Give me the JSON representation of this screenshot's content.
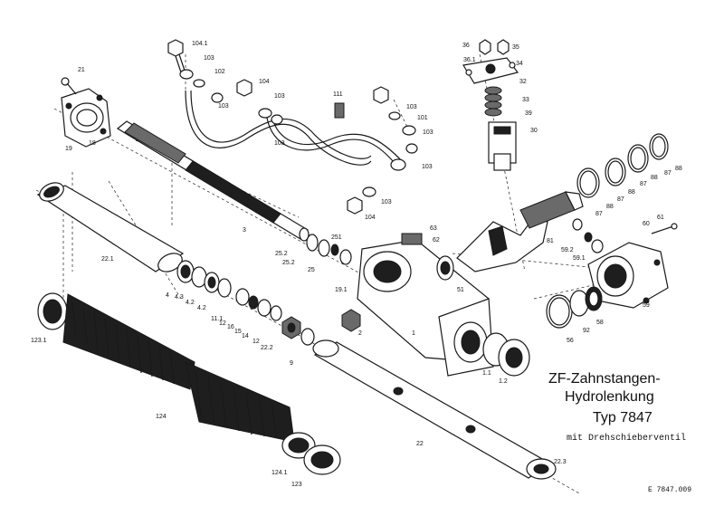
{
  "title_line1": "ZF-Zahnstangen-",
  "title_line2": "Hydrolenkung",
  "type_label": "Typ 7847",
  "subtitle": "mit Drehschieberventil",
  "drawing_code": "E  7847.009",
  "part_labels": {
    "p21": "21",
    "p19": "19",
    "p18": "18",
    "p104_1": "104.1",
    "p103a": "103",
    "p102": "102",
    "p103b": "103",
    "p104a": "104",
    "p103c": "103",
    "p103d": "103",
    "p111": "111",
    "p103e": "103",
    "p101": "101",
    "p103f": "103",
    "p103g": "103",
    "p104b": "104",
    "p103h": "103",
    "p36": "36",
    "p35": "35",
    "p36_1": "36.1",
    "p34": "34",
    "p32": "32",
    "p33": "33",
    "p39": "39",
    "p30": "30",
    "p3": "3",
    "p25_2a": "25.2",
    "p25_2b": "25.2",
    "p251": "251",
    "p25": "25",
    "p63": "63",
    "p62": "62",
    "p22_1": "22.1",
    "p19_1": "19.1",
    "p4": "4",
    "p4_3": "4.3",
    "p4_2a": "4.2",
    "p4_2b": "4.2",
    "p11_1": "11.1",
    "p12a": "12",
    "p16": "16",
    "p15": "15",
    "p14": "14",
    "p12b": "12",
    "p22_2": "22.2",
    "p9": "9",
    "p2": "2",
    "p1": "1",
    "p51": "51",
    "p1_1": "1.1",
    "p1_2": "1.2",
    "p123_1": "123.1",
    "p124": "124",
    "p124_1": "124.1",
    "p123": "123",
    "p22": "22",
    "p22_3": "22.3",
    "p81": "81",
    "p59_2": "59.2",
    "p59_1": "59.1",
    "p60": "60",
    "p61": "61",
    "p59": "59",
    "p58": "58",
    "p92": "92",
    "p56": "56",
    "p87a": "87",
    "p88a": "88",
    "p87b": "87",
    "p88b": "88",
    "p87c": "87",
    "p88c": "88",
    "p87d": "87",
    "p88d": "88"
  }
}
